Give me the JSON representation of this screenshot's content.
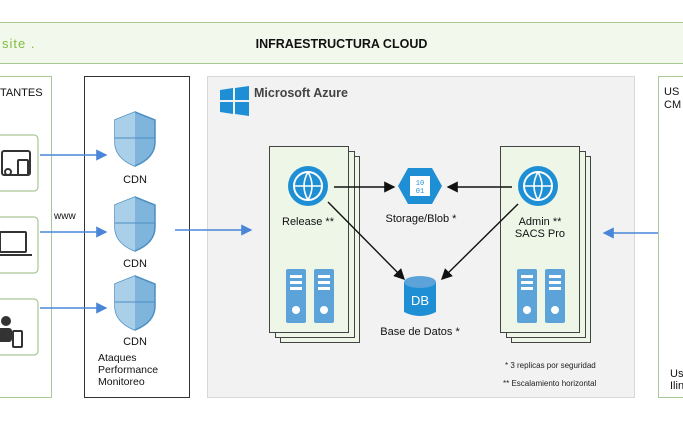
{
  "header": {
    "logo_text": "site .",
    "title": "INFRAESTRUCTURA CLOUD"
  },
  "left_panel": {
    "title": "TANTES",
    "www_label": "www"
  },
  "cdn_panel": {
    "cdn_labels": [
      "CDN",
      "CDN",
      "CDN"
    ],
    "footer_lines": [
      "Ataques",
      "Performance",
      "Monitoreo"
    ]
  },
  "azure": {
    "title": "Microsoft Azure",
    "release_label": "Release **",
    "storage_label": "Storage/Blob *",
    "storage_icon_text": [
      "10",
      "01"
    ],
    "admin_label_line1": "Admin **",
    "admin_label_line2": "SACS Pro",
    "db_icon_text": "DB",
    "db_label": "Base de Datos *",
    "note1": "* 3 replicas por seguridad",
    "note2": "** Escalamiento horizontal"
  },
  "right_panel": {
    "title_line1": "US",
    "title_line2": "CM",
    "footer_line1": "Us",
    "footer_line2": "Ilin"
  },
  "colors": {
    "accent_green": "#7dbe3c",
    "azure_blue": "#1e8fd5",
    "arrow_blue": "#4a86d8",
    "warning_yellow": "#f2c230"
  }
}
